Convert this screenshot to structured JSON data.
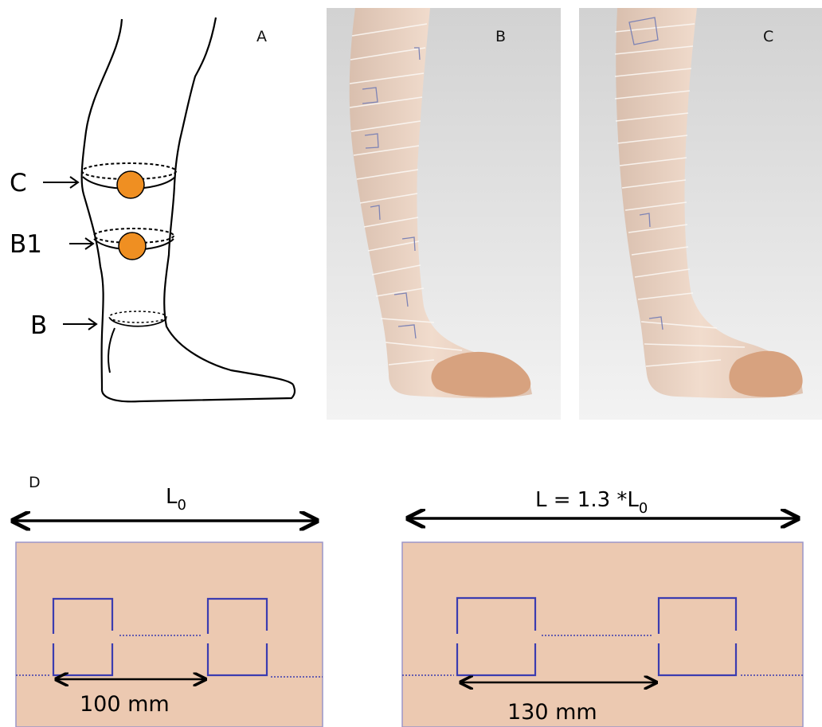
{
  "panels": {
    "a": {
      "letter": "A",
      "level_labels": {
        "c": "C",
        "b1": "B1",
        "b": "B"
      }
    },
    "b": {
      "letter": "B"
    },
    "c": {
      "letter": "C"
    },
    "d": {
      "letter": "D",
      "left_length_label": "L",
      "left_length_subscript": "0",
      "right_length_label": "L = 1.3 *L",
      "right_length_subscript": "0",
      "left_distance": "100 mm",
      "right_distance": "130 mm"
    }
  },
  "colors": {
    "sensor": "#ef8f22",
    "bandage": "#ecc9b1",
    "marker": "#3b3cb0",
    "photo_bg": "#dcdcdc"
  }
}
